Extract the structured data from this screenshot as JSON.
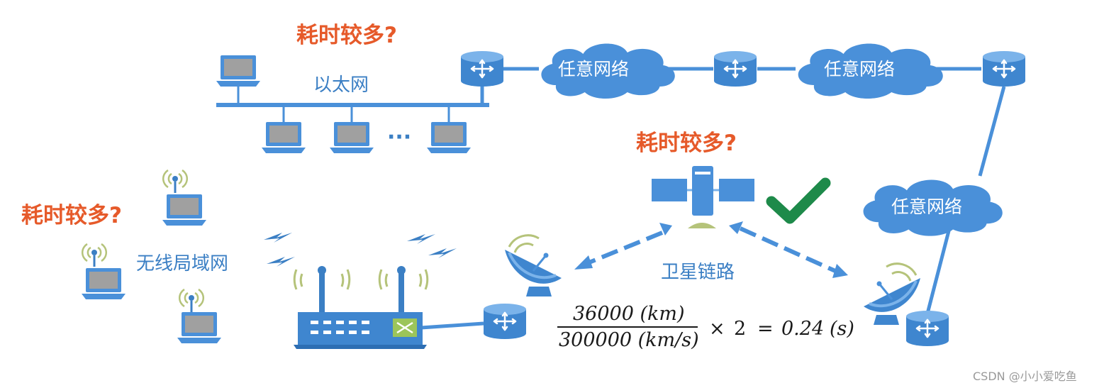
{
  "labels": {
    "ethernet": "以太网",
    "wireless_lan": "无线局域网",
    "satellite_link": "卫星链路",
    "arbitrary_network": "任意网络",
    "time_consuming": "耗时较多?",
    "ellipsis": "···"
  },
  "formula": {
    "numerator": "36000  (km)",
    "denominator": "300000  (km/s)",
    "times": "×",
    "factor": "2",
    "equals": "=",
    "result": "0.24",
    "unit": "(s)"
  },
  "watermark": "CSDN @小小爱吃鱼",
  "colors": {
    "network_blue": "#3b7fc4",
    "device_blue": "#4a90d9",
    "warning_orange": "#e65a2a",
    "check_green": "#1e8a4a",
    "signal_olive": "#b5c37a"
  }
}
